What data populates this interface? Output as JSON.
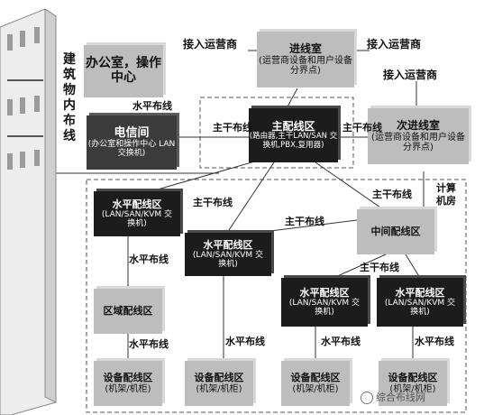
{
  "building_label": "建筑物内布线",
  "rooms": {
    "office": "办公室，操作中心",
    "telecom": {
      "title": "电信间",
      "sub": "(办公室和操作中心 LAN 交换机)"
    },
    "entrance": {
      "title": "进线室",
      "sub": "(运营商设备和用户设备分界点)"
    },
    "main_dist": {
      "title": "主配线区",
      "sub": "(路由器,主干LAN/SAN 交换机,PBX,复用器)"
    },
    "secondary_entrance": {
      "title": "次进线室",
      "sub": "(运营商设备和用户设备分界点)"
    },
    "zone_dist": "区域配线区",
    "intermediate_dist": "中间配线区",
    "horizontal_dist_1": {
      "title": "水平配线区",
      "sub": "(LAN/SAN/KVM 交换机)"
    },
    "horizontal_dist_2": {
      "title": "水平配线区",
      "sub": "(LAN/SAN/KVM 交换机)"
    },
    "horizontal_dist_3": {
      "title": "水平配线区",
      "sub": "(LAN/SAN/KVM 交换机)"
    },
    "horizontal_dist_4": {
      "title": "水平配线区",
      "sub": "(LAN/SAN/KVM 交换机)"
    },
    "equipment_1": {
      "title": "设备配线区",
      "sub": "(机架/机柜)"
    },
    "equipment_2": {
      "title": "设备配线区",
      "sub": "(机架/机柜)"
    },
    "equipment_3": {
      "title": "设备配线区",
      "sub": "(机架/机柜)"
    },
    "equipment_4": {
      "title": "设备配线区",
      "sub": "(机架/机柜)"
    }
  },
  "labels": {
    "carrier_access_left": "接入运营商",
    "carrier_access_right": "接入运营商",
    "carrier_access_lower": "接入运营商",
    "horizontal_cabling": "水平布线",
    "backbone_cabling": "主干布线",
    "computer_room": "计算机房"
  },
  "watermark": "综合布线网"
}
